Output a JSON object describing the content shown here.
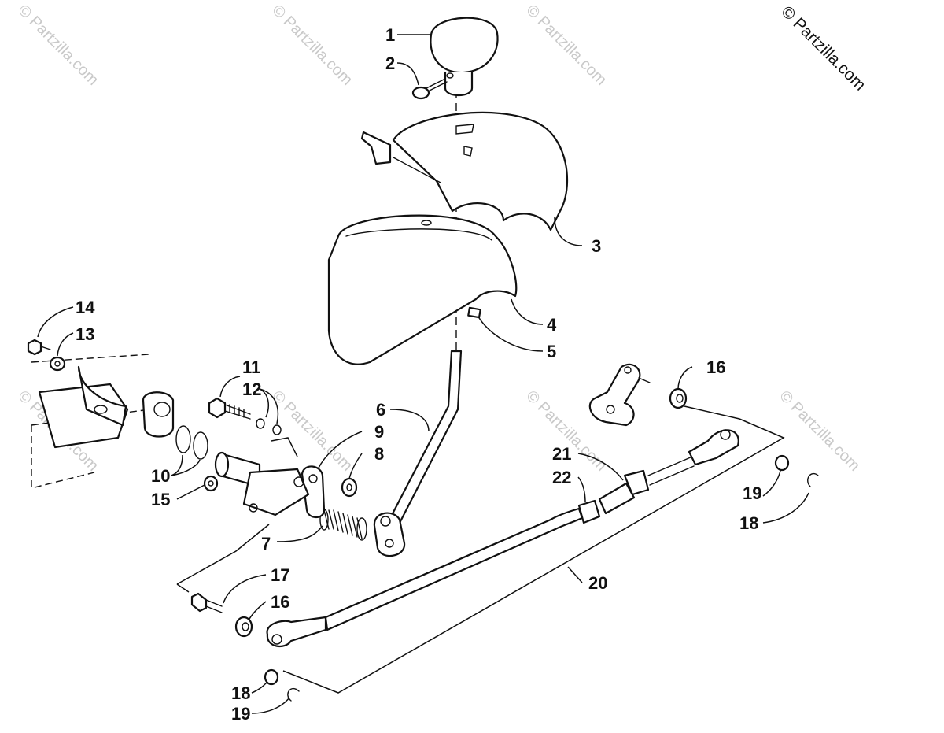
{
  "watermark": {
    "main": "© Partzilla.com",
    "faint": "© Partzilla.com"
  },
  "callouts": {
    "c1": "1",
    "c2": "2",
    "c3": "3",
    "c4": "4",
    "c5": "5",
    "c6": "6",
    "c7": "7",
    "c8": "8",
    "c9": "9",
    "c10": "10",
    "c11": "11",
    "c12": "12",
    "c13": "13",
    "c14": "14",
    "c15": "15",
    "c16a": "16",
    "c16b": "16",
    "c17": "17",
    "c18a": "18",
    "c18b": "18",
    "c19a": "19",
    "c19b": "19",
    "c20": "20",
    "c21": "21",
    "c22": "22"
  }
}
